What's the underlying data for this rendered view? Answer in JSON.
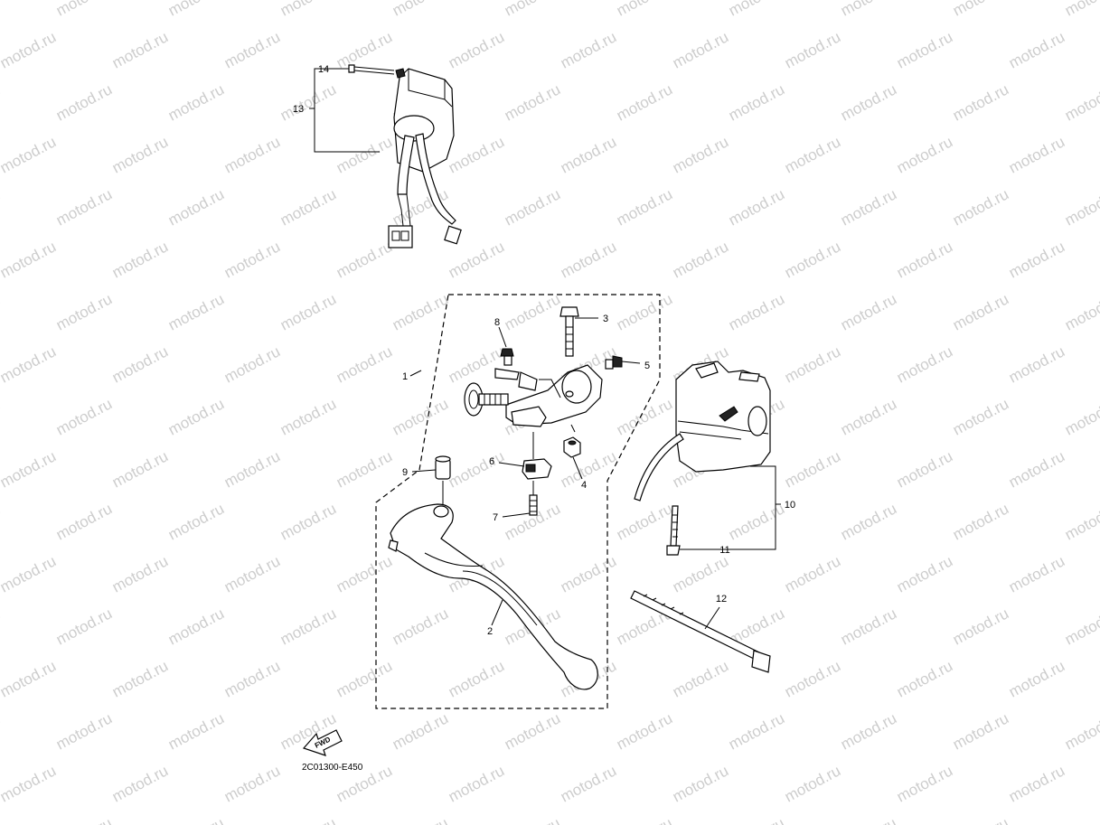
{
  "watermark": "motod.ru",
  "diagram_code": "2C01300-E450",
  "fwd_label": "FWD",
  "part_labels": {
    "p1": "1",
    "p2": "2",
    "p3": "3",
    "p4": "4",
    "p5": "5",
    "p6": "6",
    "p7": "7",
    "p8": "8",
    "p9": "9",
    "p10": "10",
    "p11": "11",
    "p12": "12",
    "p13": "13",
    "p14": "14"
  }
}
